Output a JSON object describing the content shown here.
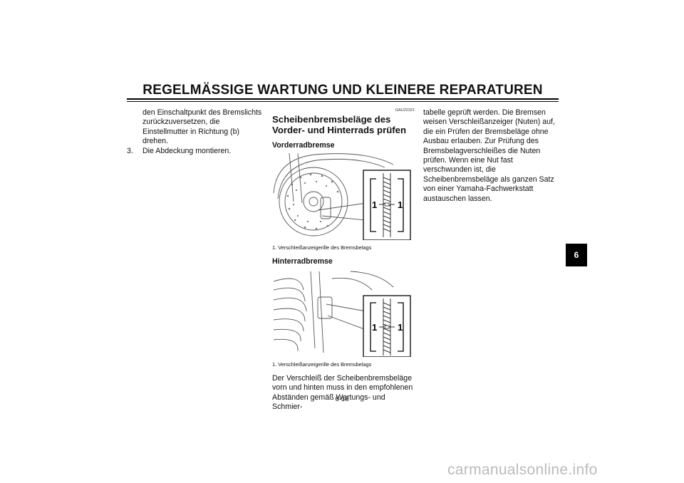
{
  "header": {
    "title": "REGELMÄSSIGE WARTUNG UND KLEINERE REPARATUREN"
  },
  "col1": {
    "continued_text": "den Einschaltpunkt des Bremslichts zurückzuversetzen, die Einstellmutter in Richtung (b) drehen.",
    "steps": [
      {
        "num": "3.",
        "text": "Die Abdeckung montieren."
      }
    ]
  },
  "col2": {
    "code": "GAU22321",
    "section_title": "Scheibenbremsbeläge des Vorder- und Hinterrads prüfen",
    "front": {
      "heading": "Vorderradbremse",
      "callout_left": "1",
      "callout_right": "1",
      "caption": "1. Verschleißanzeigerille des Bremsbelags"
    },
    "rear": {
      "heading": "Hinterradbremse",
      "callout_left": "1",
      "callout_right": "1",
      "caption": "1. Verschleißanzeigerille des Bremsbelags"
    },
    "body": "Der Verschleiß der Scheibenbremsbeläge vorn und hinten muss in den empfohlenen Abständen gemäß Wartungs- und Schmier-"
  },
  "col3": {
    "body": "tabelle geprüft werden. Die Bremsen weisen Verschleißanzeiger (Nuten) auf, die ein Prüfen der Bremsbeläge ohne Ausbau erlauben. Zur Prüfung des Bremsbelagverschleißes die Nuten prüfen. Wenn eine Nut fast verschwunden ist, die Scheibenbremsbeläge als ganzen Satz von einer Yamaha-Fachwerkstatt austauschen lassen."
  },
  "side_tab": "6",
  "page_number": "6-18",
  "watermark": "carmanualsonline.info"
}
